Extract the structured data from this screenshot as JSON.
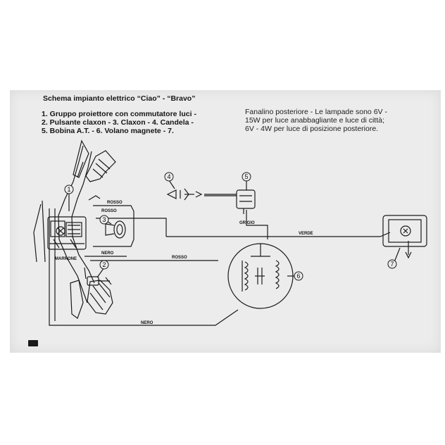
{
  "header": {
    "title": "Schema impianto elettrico “Ciao” - “Bravo”"
  },
  "legend": {
    "left": [
      "1. Gruppo proiettore con commutatore luci -",
      "2. Pulsante claxon - 3. Claxon - 4. Candela -",
      "5. Bobina A.T. - 6. Volano magnete - 7."
    ],
    "right": [
      "Fanalino posteriore - Le lampade sono 6V -",
      "15W per luce anabbagliante e luce di città;",
      "6V - 4W per luce di posizione posteriore."
    ]
  },
  "callouts": [
    "1",
    "2",
    "3",
    "4",
    "5",
    "6",
    "7"
  ],
  "wire_labels": {
    "rosso_top": "ROSSO",
    "rosso_mid": "ROSSO",
    "nero_top": "NERO",
    "marrone": "MARRONE",
    "rosso_bottom": "ROSSO",
    "nero_bottom": "NERO",
    "grigio": "GRIGIO",
    "verde": "VERDE"
  }
}
